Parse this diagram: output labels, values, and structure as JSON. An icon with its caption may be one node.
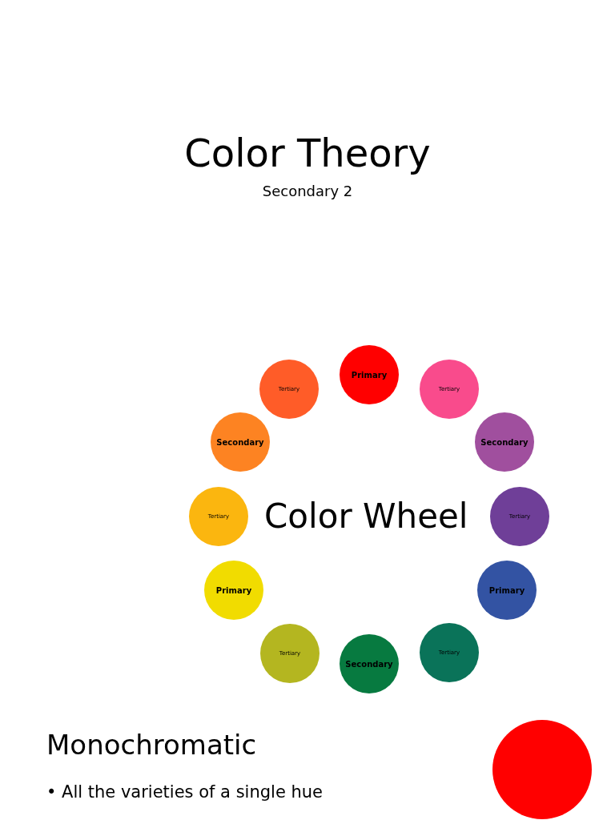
{
  "diagram": {
    "title": "Color Theory",
    "nodes": [
      {
        "text": [
          "Primary"
        ]
      },
      {
        "text": [
          "Tertiary"
        ]
      },
      {
        "text": [
          "Secondary"
        ]
      },
      {
        "text": [
          "Tertiary"
        ]
      },
      {
        "text": [
          "Primary"
        ]
      },
      {
        "text": [
          "Tertiary"
        ]
      },
      {
        "text": [
          "Secondary"
        ]
      },
      {
        "text": [
          "Tertiary"
        ]
      },
      {
        "text": [
          "Primary"
        ]
      },
      {
        "text": [
          "Tertiary"
        ]
      },
      {
        "text": [
          "Secondary"
        ]
      },
      {
        "text": [
          "Tertiary"
        ]
      },
      {
        "text": [],
        "shape": "circle"
      }
    ],
    "edges": [],
    "labels": [
      "Secondary 2",
      "Color Wheel",
      "Monochromatic",
      "• All the varieties of a single hue"
    ]
  }
}
